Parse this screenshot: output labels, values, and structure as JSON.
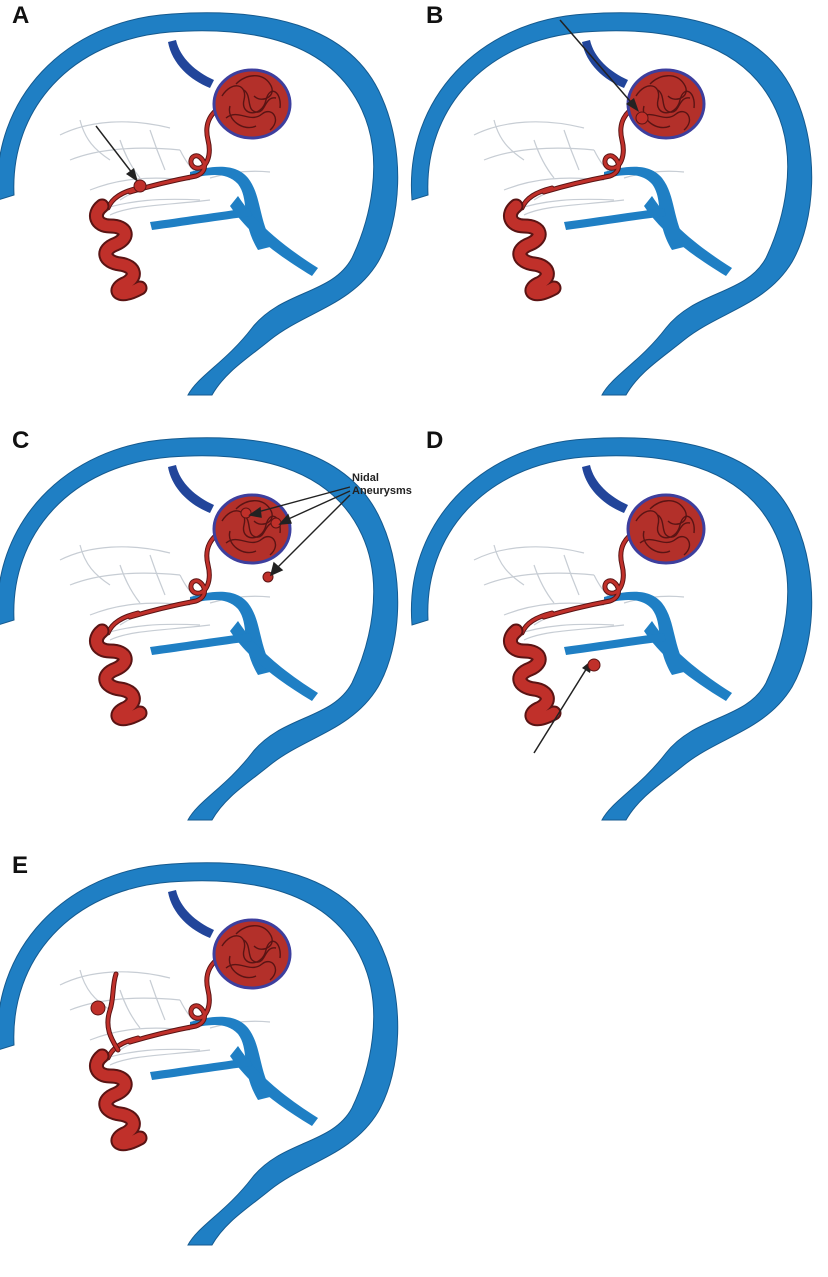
{
  "panels": [
    {
      "id": "A",
      "label": "A"
    },
    {
      "id": "B",
      "label": "B"
    },
    {
      "id": "C",
      "label": "C"
    },
    {
      "id": "D",
      "label": "D"
    },
    {
      "id": "E",
      "label": "E"
    }
  ],
  "annotation_c": {
    "line1": "Nidal",
    "line2": "Aneurysms"
  },
  "colors": {
    "vein": "#1f7fc4",
    "vein_dark": "#22459a",
    "artery": "#c0302a",
    "artery_outline": "#5a1414",
    "nidus_outline": "#3d3f9e",
    "branches": "#c7cdd4",
    "arrow": "#222222"
  }
}
